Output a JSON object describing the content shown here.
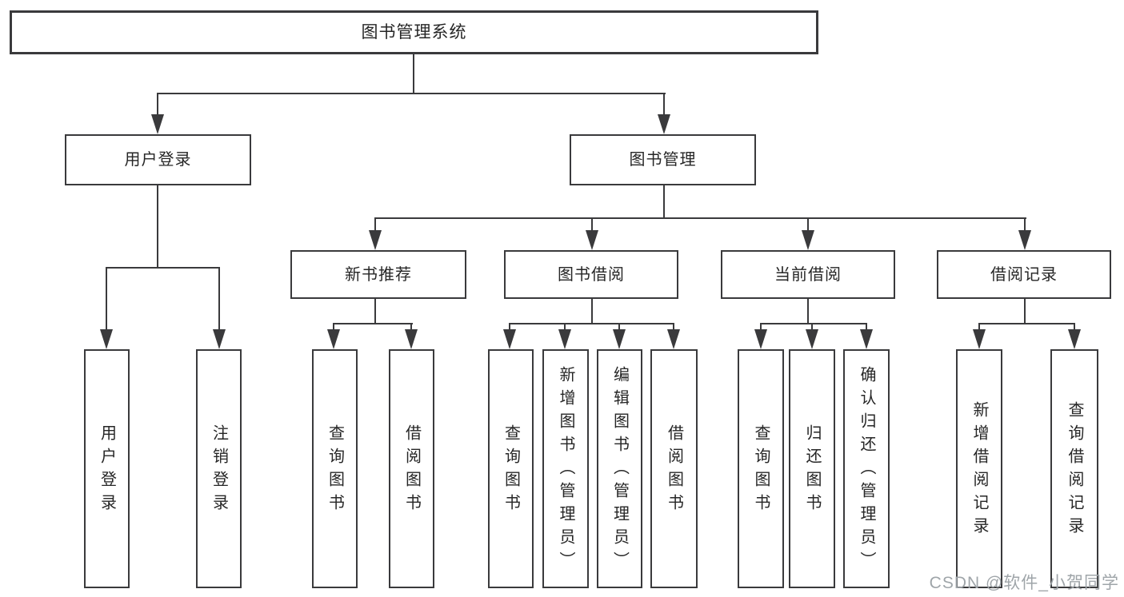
{
  "nodes": {
    "root": {
      "label": "图书管理系统"
    },
    "user_login": {
      "label": "用户登录"
    },
    "book_management": {
      "label": "图书管理"
    },
    "new_book_recommend": {
      "label": "新书推荐"
    },
    "book_borrow": {
      "label": "图书借阅"
    },
    "current_borrow": {
      "label": "当前借阅"
    },
    "borrow_record": {
      "label": "借阅记录"
    },
    "leaf_user_login": {
      "label": "用户登录"
    },
    "leaf_logout": {
      "label": "注销登录"
    },
    "leaf_query_books_recommend": {
      "label": "查询图书"
    },
    "leaf_borrow_books_recommend": {
      "label": "借阅图书"
    },
    "leaf_query_books_borrow": {
      "label": "查询图书"
    },
    "leaf_add_books_admin": {
      "label": "新增图书（管理员）"
    },
    "leaf_edit_books_admin": {
      "label": "编辑图书（管理员）"
    },
    "leaf_borrow_books_borrow": {
      "label": "借阅图书"
    },
    "leaf_query_books_current": {
      "label": "查询图书"
    },
    "leaf_return_books": {
      "label": "归还图书"
    },
    "leaf_confirm_return_admin": {
      "label": "确认归还（管理员）"
    },
    "leaf_add_borrow_record": {
      "label": "新增借阅记录"
    },
    "leaf_query_borrow_record": {
      "label": "查询借阅记录"
    }
  },
  "watermark": {
    "text": "CSDN @软件_小贺同学"
  },
  "colors": {
    "line": "#3a3a3c",
    "text": "#262626",
    "background": "#ffffff",
    "watermark": "#9fa5a9"
  }
}
